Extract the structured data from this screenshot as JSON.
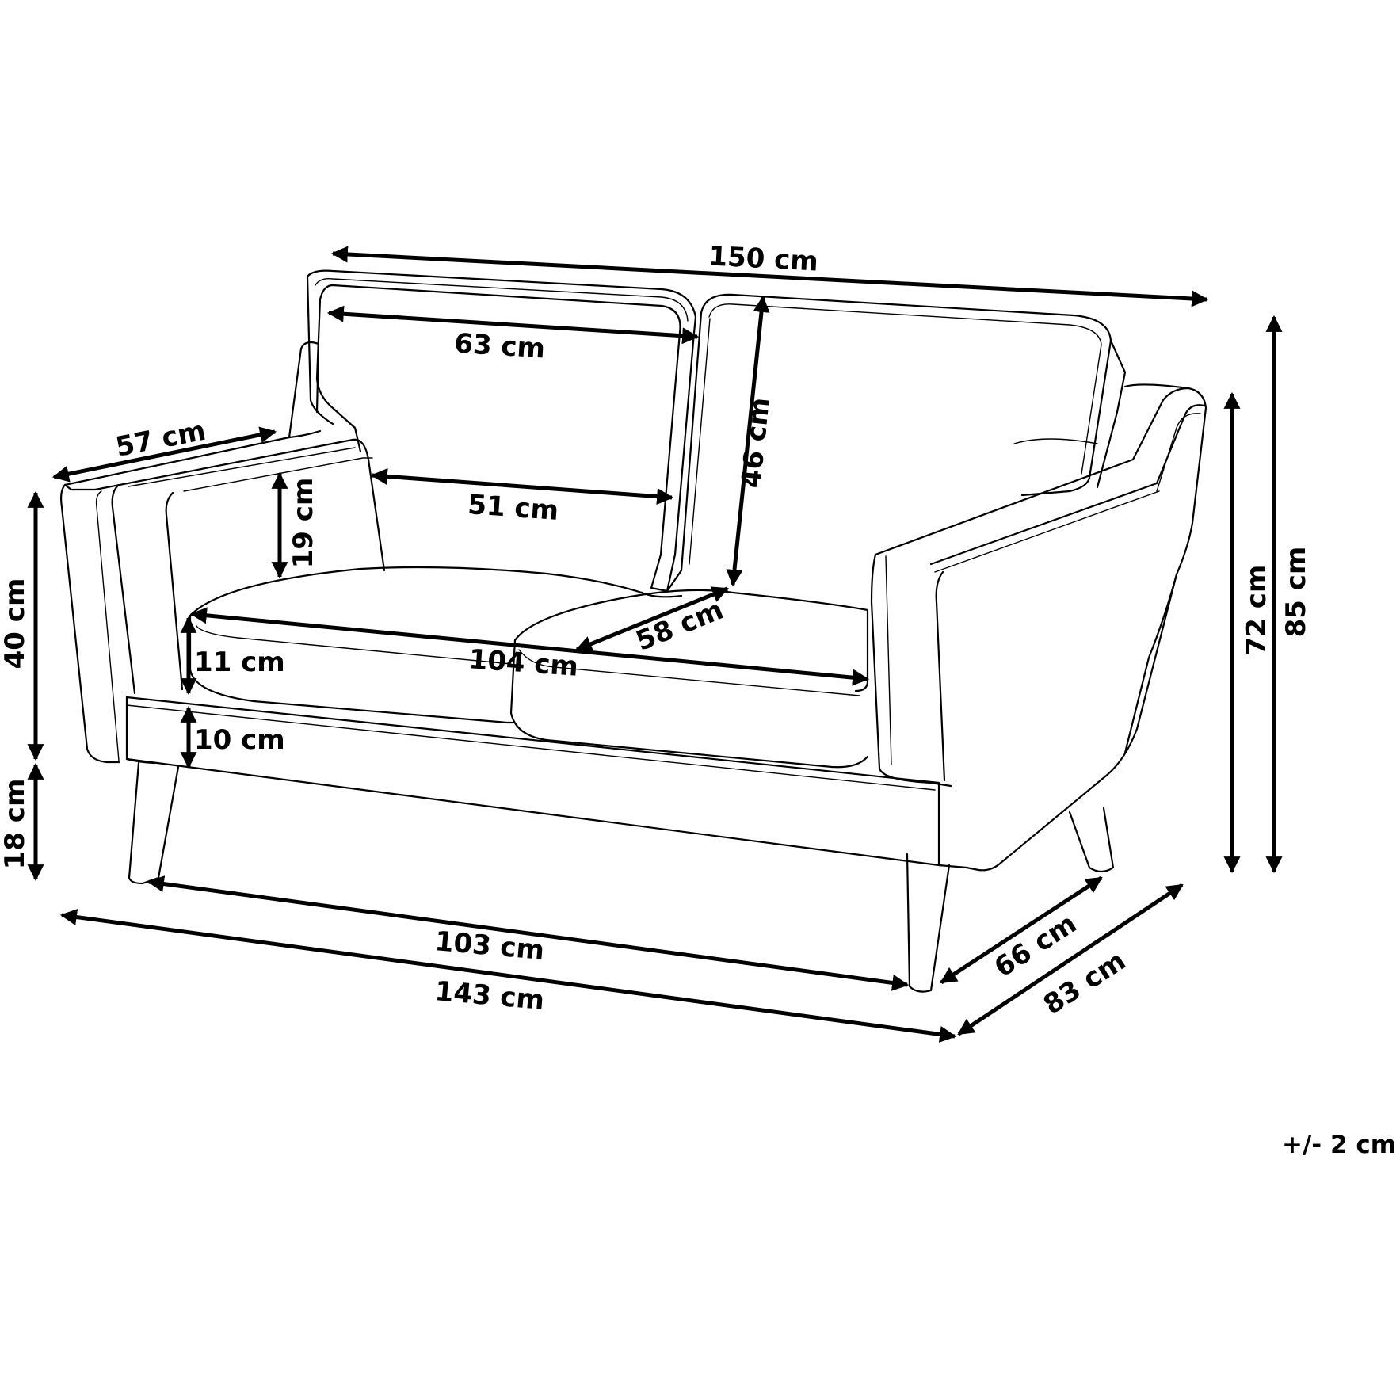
{
  "dimensions": {
    "overall_width": "150 cm",
    "backrest_cushion_width": "63 cm",
    "backrest_height": "46 cm",
    "armrest_depth": "57 cm",
    "backrest_inner_width": "51 cm",
    "armrest_above_seat": "19 cm",
    "seat_depth": "58 cm",
    "seat_width": "104 cm",
    "seat_cushion_thickness": "11 cm",
    "frame_height": "10 cm",
    "armrest_height": "40 cm",
    "leg_height": "18 cm",
    "arm_height_total": "72 cm",
    "total_height": "85 cm",
    "leg_span_width": "103 cm",
    "base_width": "143 cm",
    "leg_span_depth": "66 cm",
    "total_depth": "83 cm"
  },
  "tolerance": "+/- 2 cm"
}
